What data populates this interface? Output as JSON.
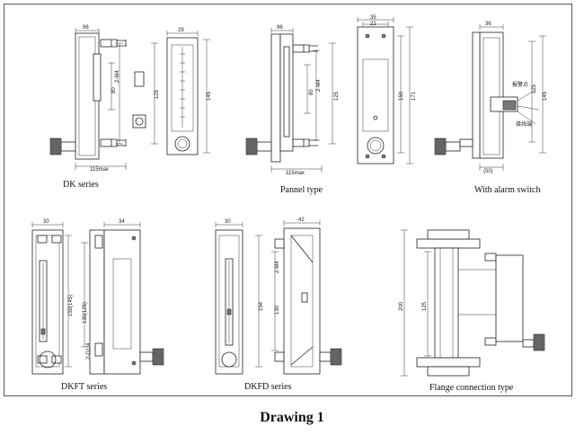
{
  "figure": {
    "caption": "Drawing 1",
    "panels": [
      {
        "label": "DK series"
      },
      {
        "label": "Pannel type"
      },
      {
        "label": "With alarm switch"
      },
      {
        "label": "DKFT series"
      },
      {
        "label": "DKFD series"
      },
      {
        "label": "Flange connection type"
      }
    ],
    "dims": {
      "dk_width": "96",
      "dk_side_width": "29",
      "dk_overall": "115max",
      "dk_h1": "125",
      "dk_h2": "145",
      "dk_h3": "80",
      "dk_thread": "2-M4",
      "panel_width": "96",
      "panel_top1": "35",
      "panel_top2": "22",
      "panel_h1": "125",
      "panel_h2": "150",
      "panel_h3": "171",
      "panel_h4": "80",
      "panel_thread": "2-M4",
      "panel_overall": "115max",
      "alarm_width": "36",
      "alarm_h1": "125",
      "alarm_h2": "145",
      "alarm_bottom": "(50)",
      "dkft_w1": "30",
      "dkft_w2": "34",
      "dkft_h1": "150(145)",
      "dkft_h2": "130(125)",
      "dkft_thread": "2-G1/4",
      "dkfd_w1": "30",
      "dkfd_w2": "42",
      "dkfd_h1": "154",
      "dkfd_h2": "130",
      "dkfd_thread": "2-M4",
      "flange_h1": "200",
      "flange_h2": "125"
    }
  }
}
